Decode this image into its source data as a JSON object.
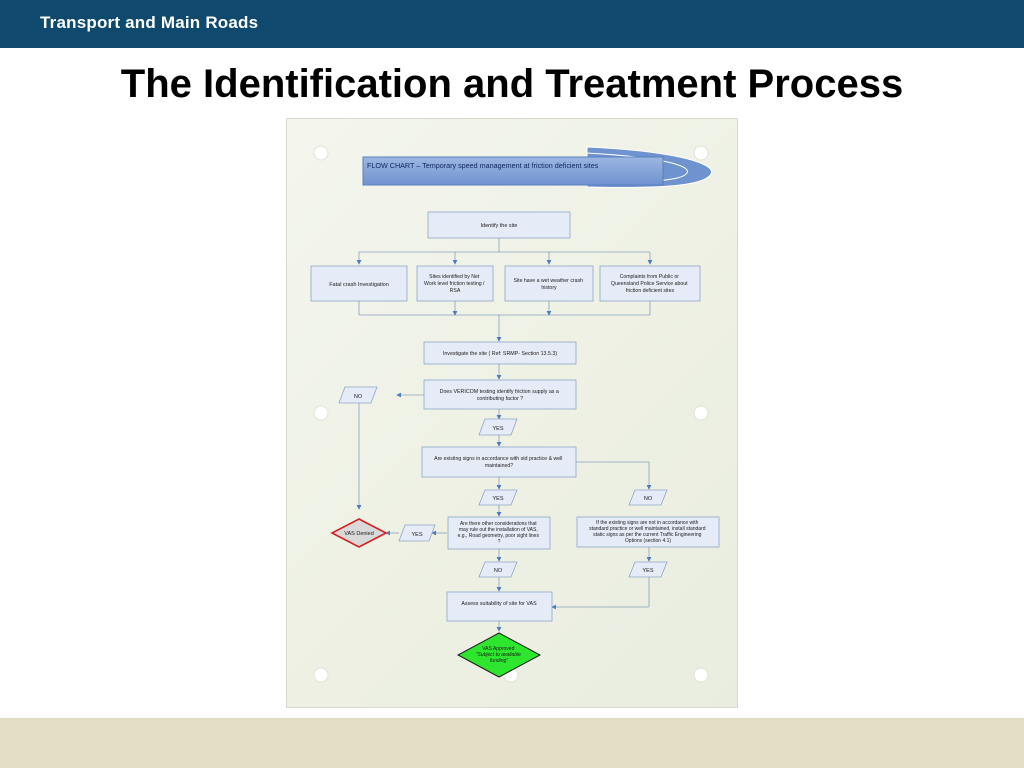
{
  "header": {
    "brand": "Transport and Main Roads"
  },
  "slide": {
    "title": "The Identification and Treatment Process"
  },
  "colors": {
    "header": "#0f4a6e",
    "footer": "#e2dfc4",
    "box_fill": "#e6ecf7",
    "box_border": "#8ea6c8",
    "denied": "#d9d9d9",
    "approved": "#2ee62e"
  },
  "flowchart": {
    "banner": "FLOW CHART – Temporary speed management at friction deficient sites",
    "identify": "Identify the site",
    "sources": {
      "fatal": "Fatal crash Investigation",
      "network": [
        "Sites identified by Net",
        "Work level friction testing /",
        "RSA"
      ],
      "wet": [
        "Site have a wet weather crash",
        "history"
      ],
      "complaints": [
        "Complaints from Public or",
        "Queensland Police Service about",
        "friction deficient sites"
      ]
    },
    "investigate": "Investigate the site ( Ref: SRMP- Section 13.5.3)",
    "vericom": [
      "Does VERICOM testing identify friction supply as a",
      "contributing factor ?"
    ],
    "signs_question": [
      "Are existing signs in accordance with std practice & well",
      "maintained?"
    ],
    "other_considerations": [
      "Are there other considerations that",
      "may rule out the installation of VAS,",
      "e.g., Road geometry, poor sight lines",
      "?"
    ],
    "install_signs": [
      "If the existing signs are not in accordance with",
      "standard practice or well maintained, install standard",
      "static signs as per the current Traffic Engineering",
      "Options (section 4.1)"
    ],
    "assess": "Assess suitability of site for VAS",
    "denied": "VAS Denied",
    "approved": [
      "VAS Approved",
      "\"Subject to available",
      "funding\""
    ],
    "labels": {
      "yes": "YES",
      "no": "NO"
    }
  }
}
